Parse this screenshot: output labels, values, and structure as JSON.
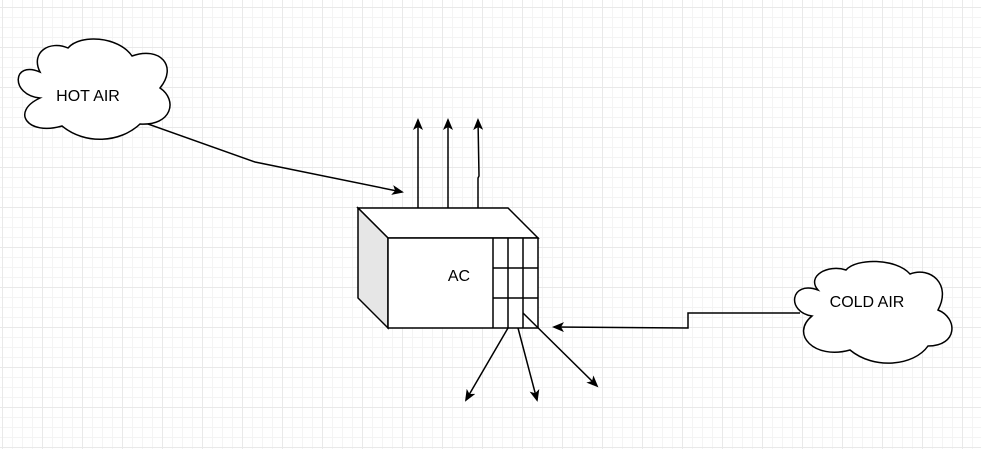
{
  "nodes": {
    "hot_air": {
      "label": "HOT AIR"
    },
    "cold_air": {
      "label": "COLD AIR"
    },
    "ac_unit": {
      "label": "AC"
    }
  }
}
